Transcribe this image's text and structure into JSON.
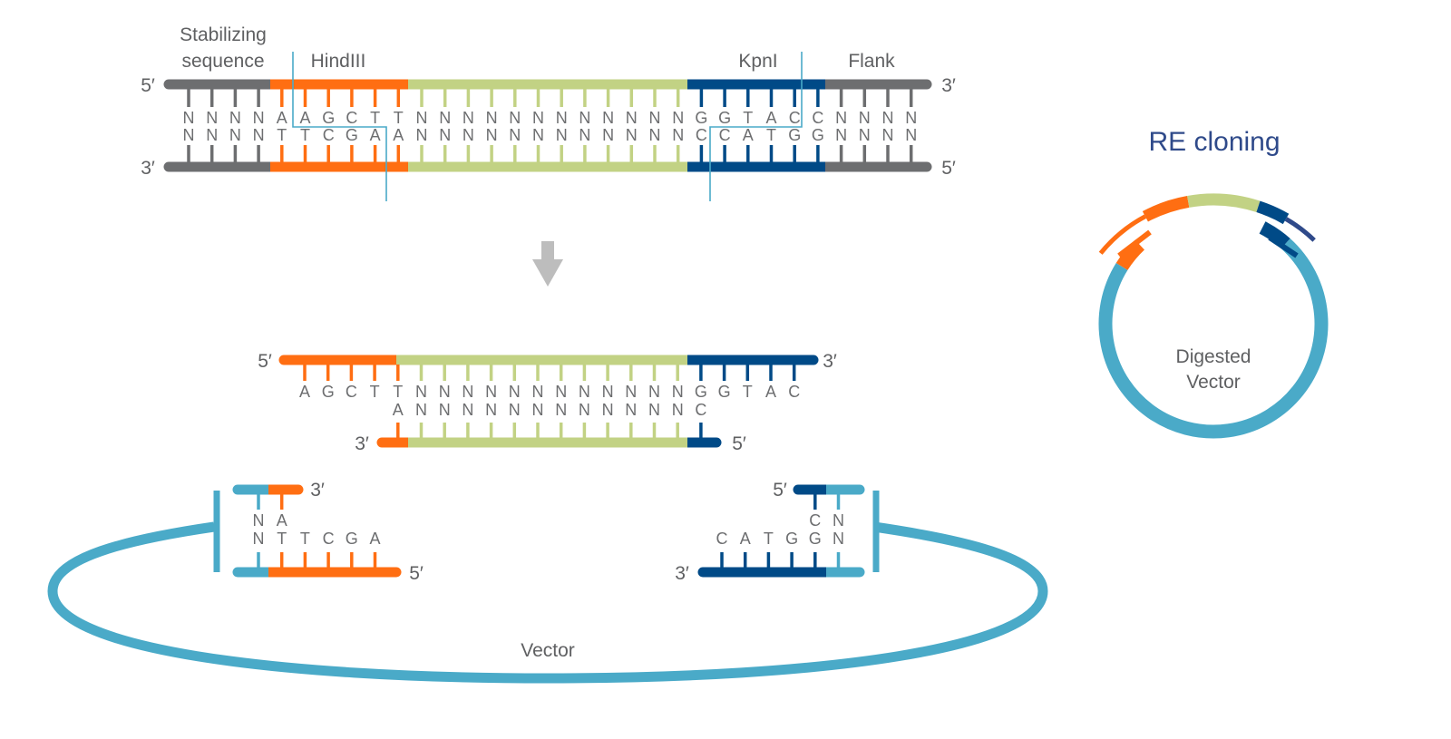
{
  "colors": {
    "grey": "#6d6e70",
    "orange": "#ff6e12",
    "lime": "#c2d284",
    "navy": "#004a87",
    "teal": "#4aaac8",
    "arrow": "#bdbdbd",
    "cut_line": "#4aaac8",
    "title": "#2f4a8a"
  },
  "insert_full": {
    "labels": {
      "stabilizing": [
        "Stabilizing",
        "sequence"
      ],
      "hindiii": "HindIII",
      "kpni": "KpnI",
      "flank": "Flank"
    },
    "top_strand": {
      "left_end": "5′",
      "right_end": "3′"
    },
    "bottom_strand": {
      "left_end": "3′",
      "right_end": "5′"
    },
    "top_bases": [
      "N",
      "N",
      "N",
      "N",
      "A",
      "A",
      "G",
      "C",
      "T",
      "T",
      "N",
      "N",
      "N",
      "N",
      "N",
      "N",
      "N",
      "N",
      "N",
      "N",
      "N",
      "N",
      "G",
      "G",
      "T",
      "A",
      "C",
      "C",
      "N",
      "N",
      "N",
      "N"
    ],
    "bottom_bases": [
      "N",
      "N",
      "N",
      "N",
      "T",
      "T",
      "C",
      "G",
      "A",
      "A",
      "N",
      "N",
      "N",
      "N",
      "N",
      "N",
      "N",
      "N",
      "N",
      "N",
      "N",
      "N",
      "C",
      "C",
      "A",
      "T",
      "G",
      "G",
      "N",
      "N",
      "N",
      "N"
    ]
  },
  "insert_digested": {
    "top_strand": {
      "left_end": "5′",
      "right_end": "3′"
    },
    "bottom_strand": {
      "left_end": "3′",
      "right_end": "5′"
    },
    "top_bases": [
      "A",
      "G",
      "C",
      "T",
      "T",
      "N",
      "N",
      "N",
      "N",
      "N",
      "N",
      "N",
      "N",
      "N",
      "N",
      "N",
      "N",
      "G",
      "G",
      "T",
      "A",
      "C"
    ],
    "bottom_bases": [
      "A",
      "N",
      "N",
      "N",
      "N",
      "N",
      "N",
      "N",
      "N",
      "N",
      "N",
      "N",
      "N",
      "C"
    ]
  },
  "vector_ends": {
    "left": {
      "top_end": "3′",
      "bottom_end": "5′",
      "top_bases": [
        "N",
        "A"
      ],
      "bottom_bases": [
        "N",
        "T",
        "T",
        "C",
        "G",
        "A"
      ]
    },
    "right": {
      "top_end": "5′",
      "bottom_end": "3′",
      "top_bases": [
        "C",
        "N"
      ],
      "bottom_bases": [
        "C",
        "A",
        "T",
        "G",
        "G",
        "N"
      ]
    },
    "label": "Vector"
  },
  "re_cloning": {
    "title": "RE cloning",
    "vector_label": [
      "Digested",
      "Vector"
    ]
  }
}
